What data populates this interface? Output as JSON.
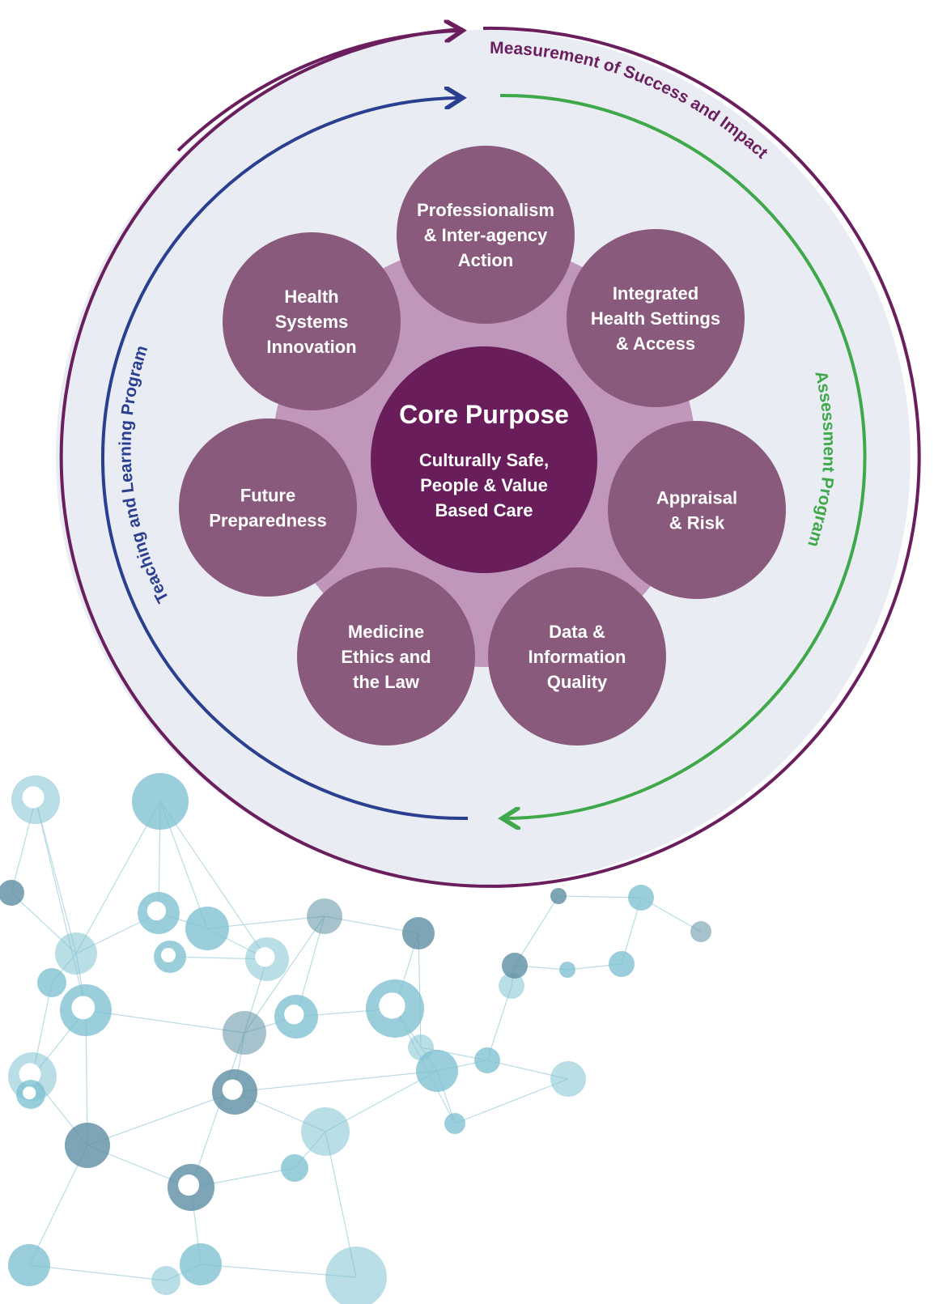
{
  "colors": {
    "outer_disc": "#e9edf3",
    "purple_ring": "#6b1e5e",
    "blue_arc": "#2a3f8f",
    "green_arc": "#3fa84a",
    "petal_bg": "#c096bb",
    "satellite": "#8a5a7c",
    "core": "#6a1d5b",
    "network_node": "#7fc2d1",
    "network_node_dark": "#5d8fa3",
    "network_line": "#b9dce4"
  },
  "diagram": {
    "outer_label": "Measurement of Success and Impact",
    "left_label": "Teaching and Learning Program",
    "right_label": "Assessment Program",
    "core": {
      "title": "Core Purpose",
      "lines": [
        "Culturally Safe,",
        "People & Value",
        "Based Care"
      ]
    },
    "satellites": [
      {
        "id": "professionalism",
        "lines": [
          "Professionalism",
          "& Inter-agency",
          "Action"
        ]
      },
      {
        "id": "integrated-health",
        "lines": [
          "Integrated",
          "Health Settings",
          "& Access"
        ]
      },
      {
        "id": "appraisal",
        "lines": [
          "Appraisal",
          "& Risk"
        ]
      },
      {
        "id": "data-information",
        "lines": [
          "Data &",
          "Information",
          "Quality"
        ]
      },
      {
        "id": "medicine-ethics",
        "lines": [
          "Medicine",
          "Ethics and",
          "the Law"
        ]
      },
      {
        "id": "future-preparedness",
        "lines": [
          "Future",
          "Preparedness"
        ]
      },
      {
        "id": "health-systems",
        "lines": [
          "Health",
          "Systems",
          "Innovation"
        ]
      }
    ]
  }
}
